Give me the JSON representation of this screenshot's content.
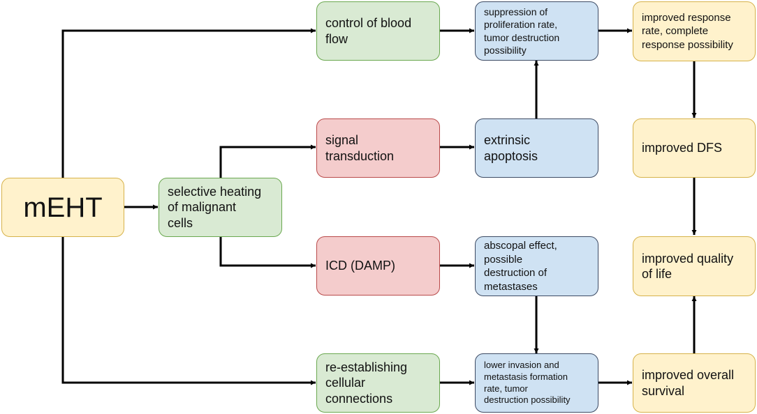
{
  "nodes": {
    "meht": "mEHT",
    "selective_heating": "selective heating\nof malignant\ncells",
    "control_blood_flow": "control of blood\nflow",
    "signal_transduction": "signal\ntransduction",
    "icd_damp": "ICD (DAMP)",
    "re_establishing": "re-establishing\ncellular\nconnections",
    "suppression": "suppression of\nproliferation rate,\ntumor destruction\npossibility",
    "extrinsic_apoptosis": "extrinsic\napoptosis",
    "abscopal": "abscopal effect,\npossible\ndestruction of\nmetastases",
    "lower_invasion": "lower invasion and\nmetastasis formation\nrate, tumor\ndestruction possibility",
    "improved_response": "improved response\nrate, complete\nresponse possibility",
    "improved_dfs": "improved DFS",
    "improved_qol": "improved quality\nof life",
    "improved_survival": "improved overall\nsurvival"
  },
  "colors": {
    "green_fill": "#d9ead3",
    "green_border": "#6aa84f",
    "red_fill": "#f4cccc",
    "red_border": "#b94a4a",
    "blue_fill": "#cfe2f3",
    "blue_border": "#3c4a63",
    "yellow_fill": "#fff2cc",
    "yellow_border": "#d6b24a",
    "arrow": "#000000"
  }
}
